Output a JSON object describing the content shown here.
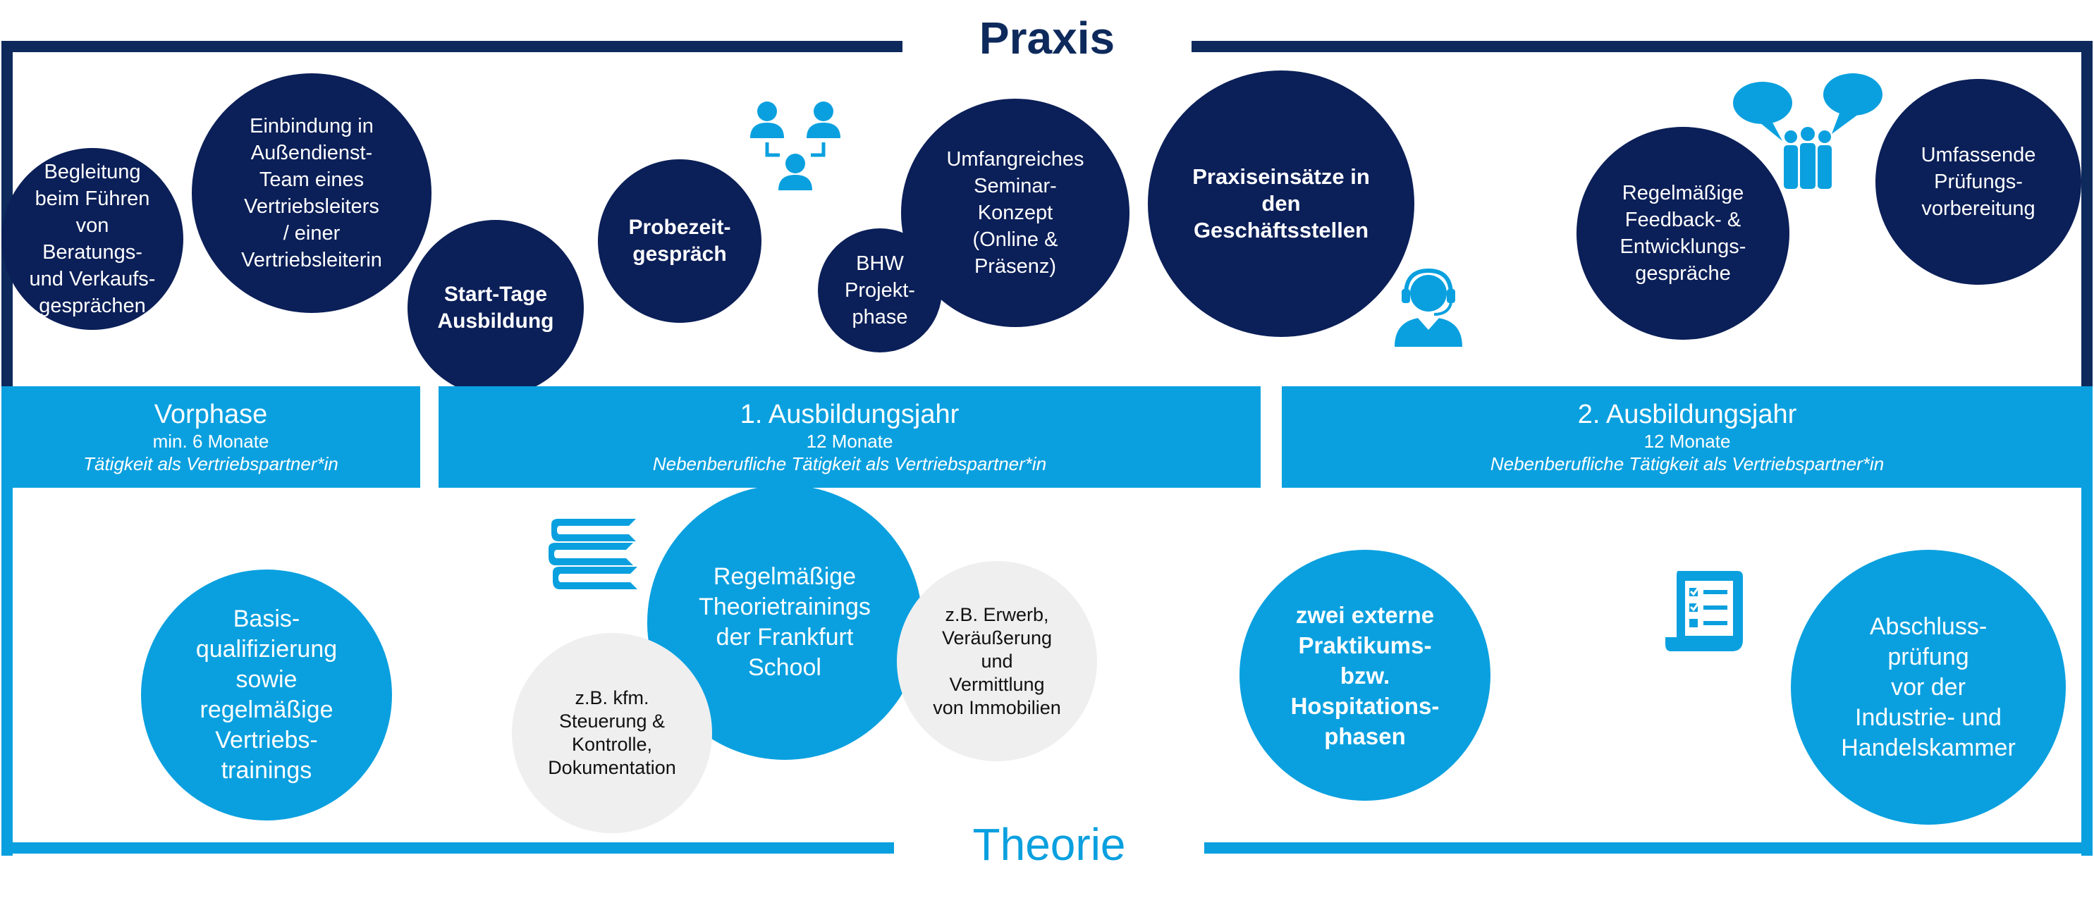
{
  "praxis": {
    "title": "Praxis"
  },
  "theorie": {
    "title": "Theorie"
  },
  "praxis_circles": [
    "Begleitung\nbeim Führen\nvon\nBeratungs-\nund Verkaufs-\ngesprächen",
    "Einbindung in\nAußendienst-\nTeam eines\nVertriebsleiters\n/ einer\nVertriebsleiterin",
    "Start-Tage\nAusbildung",
    "Probezeit-\ngespräch",
    "BHW\nProjekt-\nphase",
    "Umfangreiches\nSeminar-\nKonzept\n(Online &\nPräsenz)",
    "Praxiseinsätze in\nden\nGeschäftsstellen",
    "Regelmäßige\nFeedback- &\nEntwicklungs-\ngespräche",
    "Umfassende\nPrüfungs-\nvorbereitung"
  ],
  "phases": [
    {
      "title": "Vorphase",
      "duration": "min. 6 Monate",
      "note": "Tätigkeit als Vertriebspartner*in"
    },
    {
      "title": "1. Ausbildungsjahr",
      "duration": "12 Monate",
      "note": "Nebenberufliche Tätigkeit als Vertriebspartner*in"
    },
    {
      "title": "2. Ausbildungsjahr",
      "duration": "12 Monate",
      "note": "Nebenberufliche Tätigkeit als Vertriebspartner*in"
    }
  ],
  "theorie_circles": [
    "Basis-\nqualifizierung\nsowie\nregelmäßige\nVertriebs-\ntrainings",
    "Regelmäßige\nTheorietrainings\nder Frankfurt\nSchool",
    "z.B. kfm.\nSteuerung &\nKontrolle,\nDokumentation",
    "z.B. Erwerb,\nVeräußerung\nund\nVermittlung\nvon Immobilien",
    "zwei externe\nPraktikums-\nbzw.\nHospitations-\nphasen",
    "Abschluss-\nprüfung\nvor der\nIndustrie- und\nHandelskammer"
  ],
  "colors": {
    "navy": "#0b1f58",
    "frame_navy": "#0e2a5c",
    "blue": "#0aa0df",
    "grey": "#efefef"
  },
  "icons": [
    "people-network-icon",
    "speech-bubbles-team-icon",
    "call-center-agent-icon",
    "book-stack-icon",
    "checklist-icon"
  ]
}
